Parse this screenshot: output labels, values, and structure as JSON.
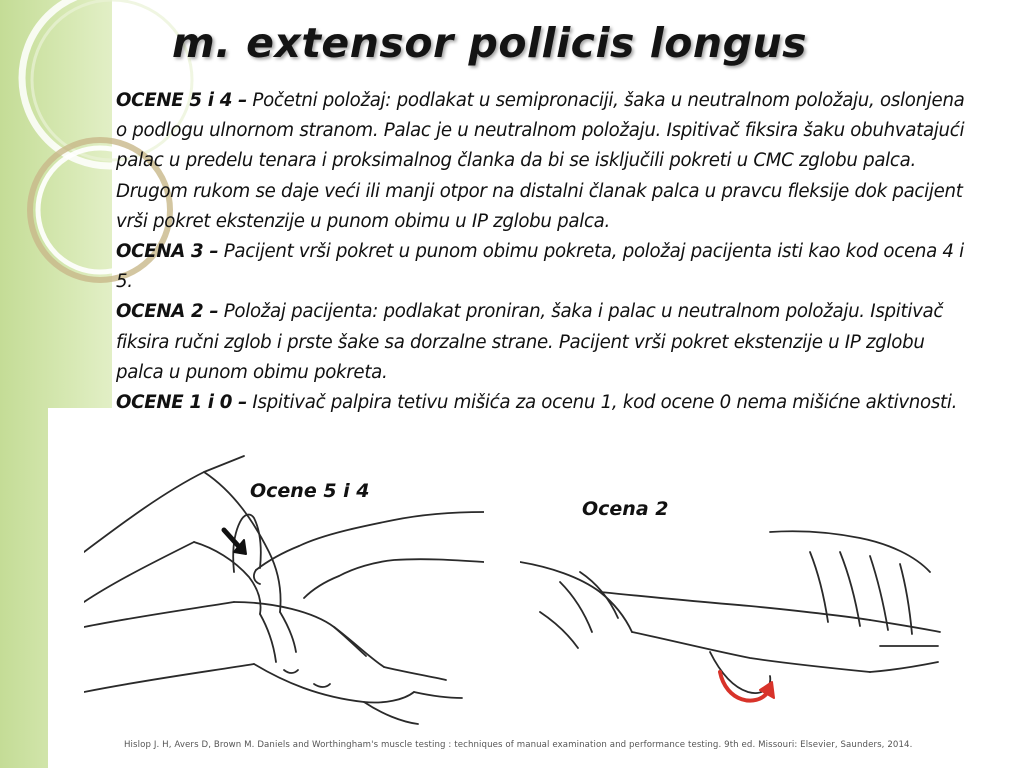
{
  "slide": {
    "title": "m. extensor pollicis longus",
    "paragraphs": [
      {
        "grade": "OCENE 5 i 4 –",
        "text": " Početni položaj: podlakat u semipronaciji, šaka u neutralnom položaju, oslonjena o podlogu ulnornom stranom. Palac je u neutralnom položaju. Ispitivač fiksira šaku obuhvatajući palac u predelu tenara i proksimalnog članka da bi se isključili pokreti u CMC zglobu palca. Drugom rukom se daje veći ili manji otpor na distalni članak palca u pravcu fleksije dok pacijent vrši pokret ekstenzije u punom obimu u IP zglobu palca."
      },
      {
        "grade": "OCENA 3 –",
        "text": " Pacijent vrši pokret u punom obimu pokreta, položaj pacijenta isti kao kod ocena 4 i 5."
      },
      {
        "grade": "OCENA 2 –",
        "text": " Položaj pacijenta:  podlakat proniran, šaka i palac u neutralnom položaju. Ispitivač fiksira ručni zglob i prste šake sa dorzalne strane. Pacijent vrši pokret ekstenzije u IP zglobu palca u punom obimu pokreta."
      },
      {
        "grade": "OCENE 1 i 0 –",
        "text": " Ispitivač palpira tetivu mišića za ocenu 1, kod ocene 0 nema mišićne aktivnosti."
      }
    ],
    "figures": [
      {
        "caption": "Ocene 5 i 4",
        "icon": "hands-grade-5-4-illustration"
      },
      {
        "caption": "Ocena 2",
        "icon": "hands-grade-2-illustration"
      }
    ],
    "reference": "Hislop J. H, Avers D, Brown M. Daniels and Worthingham's muscle testing : techniques of manual examination and performance testing. 9th ed. Missouri: Elsevier, Saunders, 2014."
  },
  "colors": {
    "side_band": "#d0e4a8",
    "ring_outer": "#ffffff",
    "ring_accent": "#c8b88a",
    "arrow_red": "#d8332a",
    "text": "#111111"
  }
}
